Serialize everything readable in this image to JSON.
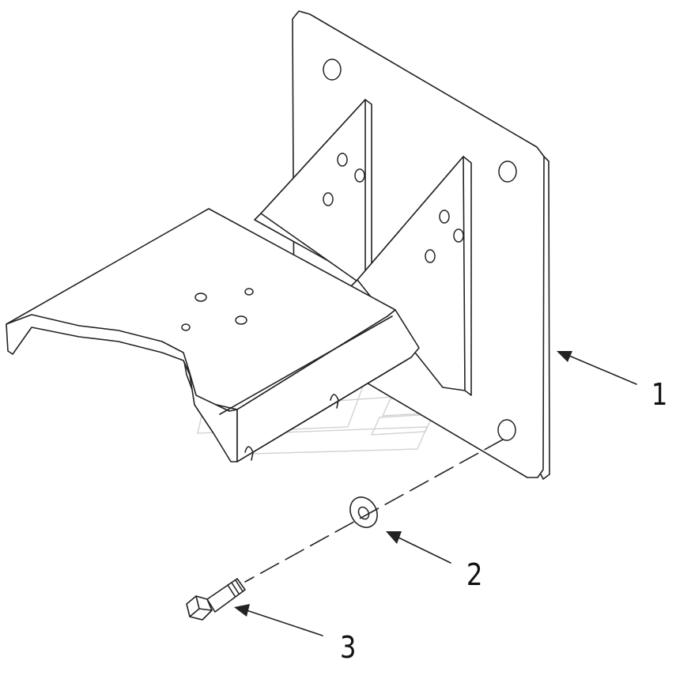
{
  "diagram": {
    "callouts": [
      {
        "id": "1",
        "label": "1"
      },
      {
        "id": "2",
        "label": "2"
      },
      {
        "id": "3",
        "label": "3"
      }
    ],
    "colors": {
      "line": "#222222",
      "watermark": "#d2d2d2",
      "background": "#ffffff"
    }
  }
}
